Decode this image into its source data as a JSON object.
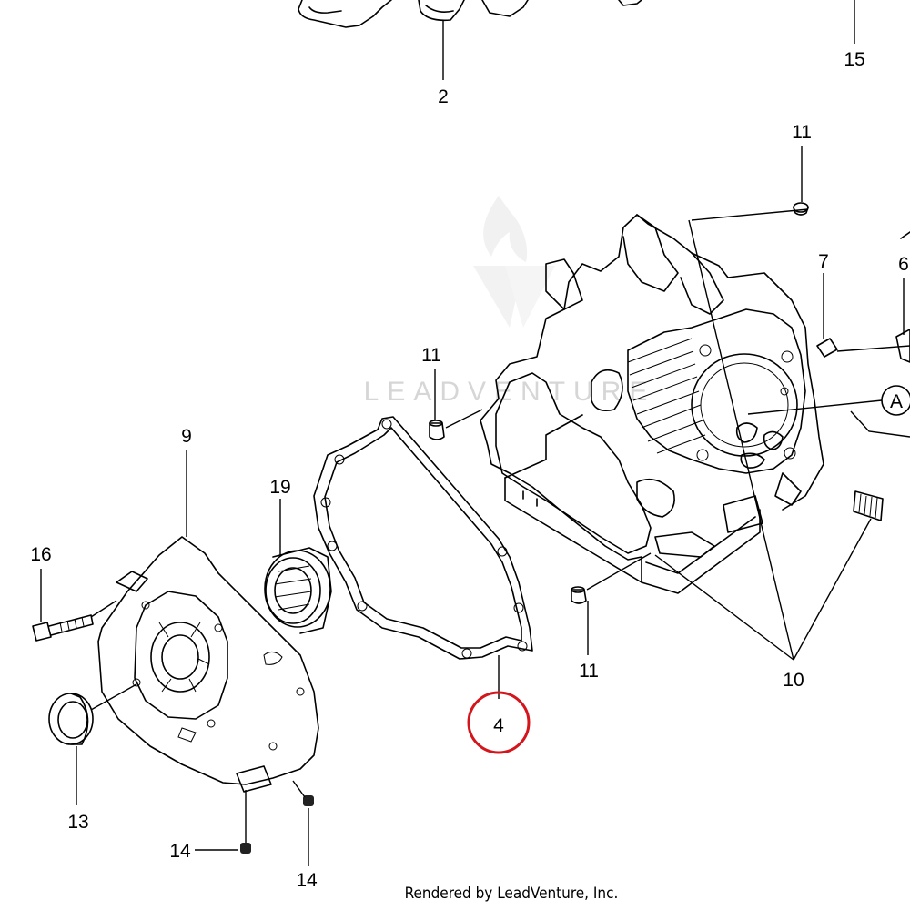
{
  "diagram": {
    "watermark_text": "LEADVENTURE",
    "credit": "Rendered by LeadVenture, Inc.",
    "highlight_color": "#d4161c",
    "callouts": {
      "c2": "2",
      "c4": "4",
      "c6": "6",
      "c7": "7",
      "c9": "9",
      "c10": "10",
      "c11_top": "11",
      "c11_mid": "11",
      "c11_low": "11",
      "c13": "13",
      "c14_left": "14",
      "c14_bottom": "14",
      "c15": "15",
      "c16": "16",
      "c19": "19",
      "cA": "A"
    }
  }
}
